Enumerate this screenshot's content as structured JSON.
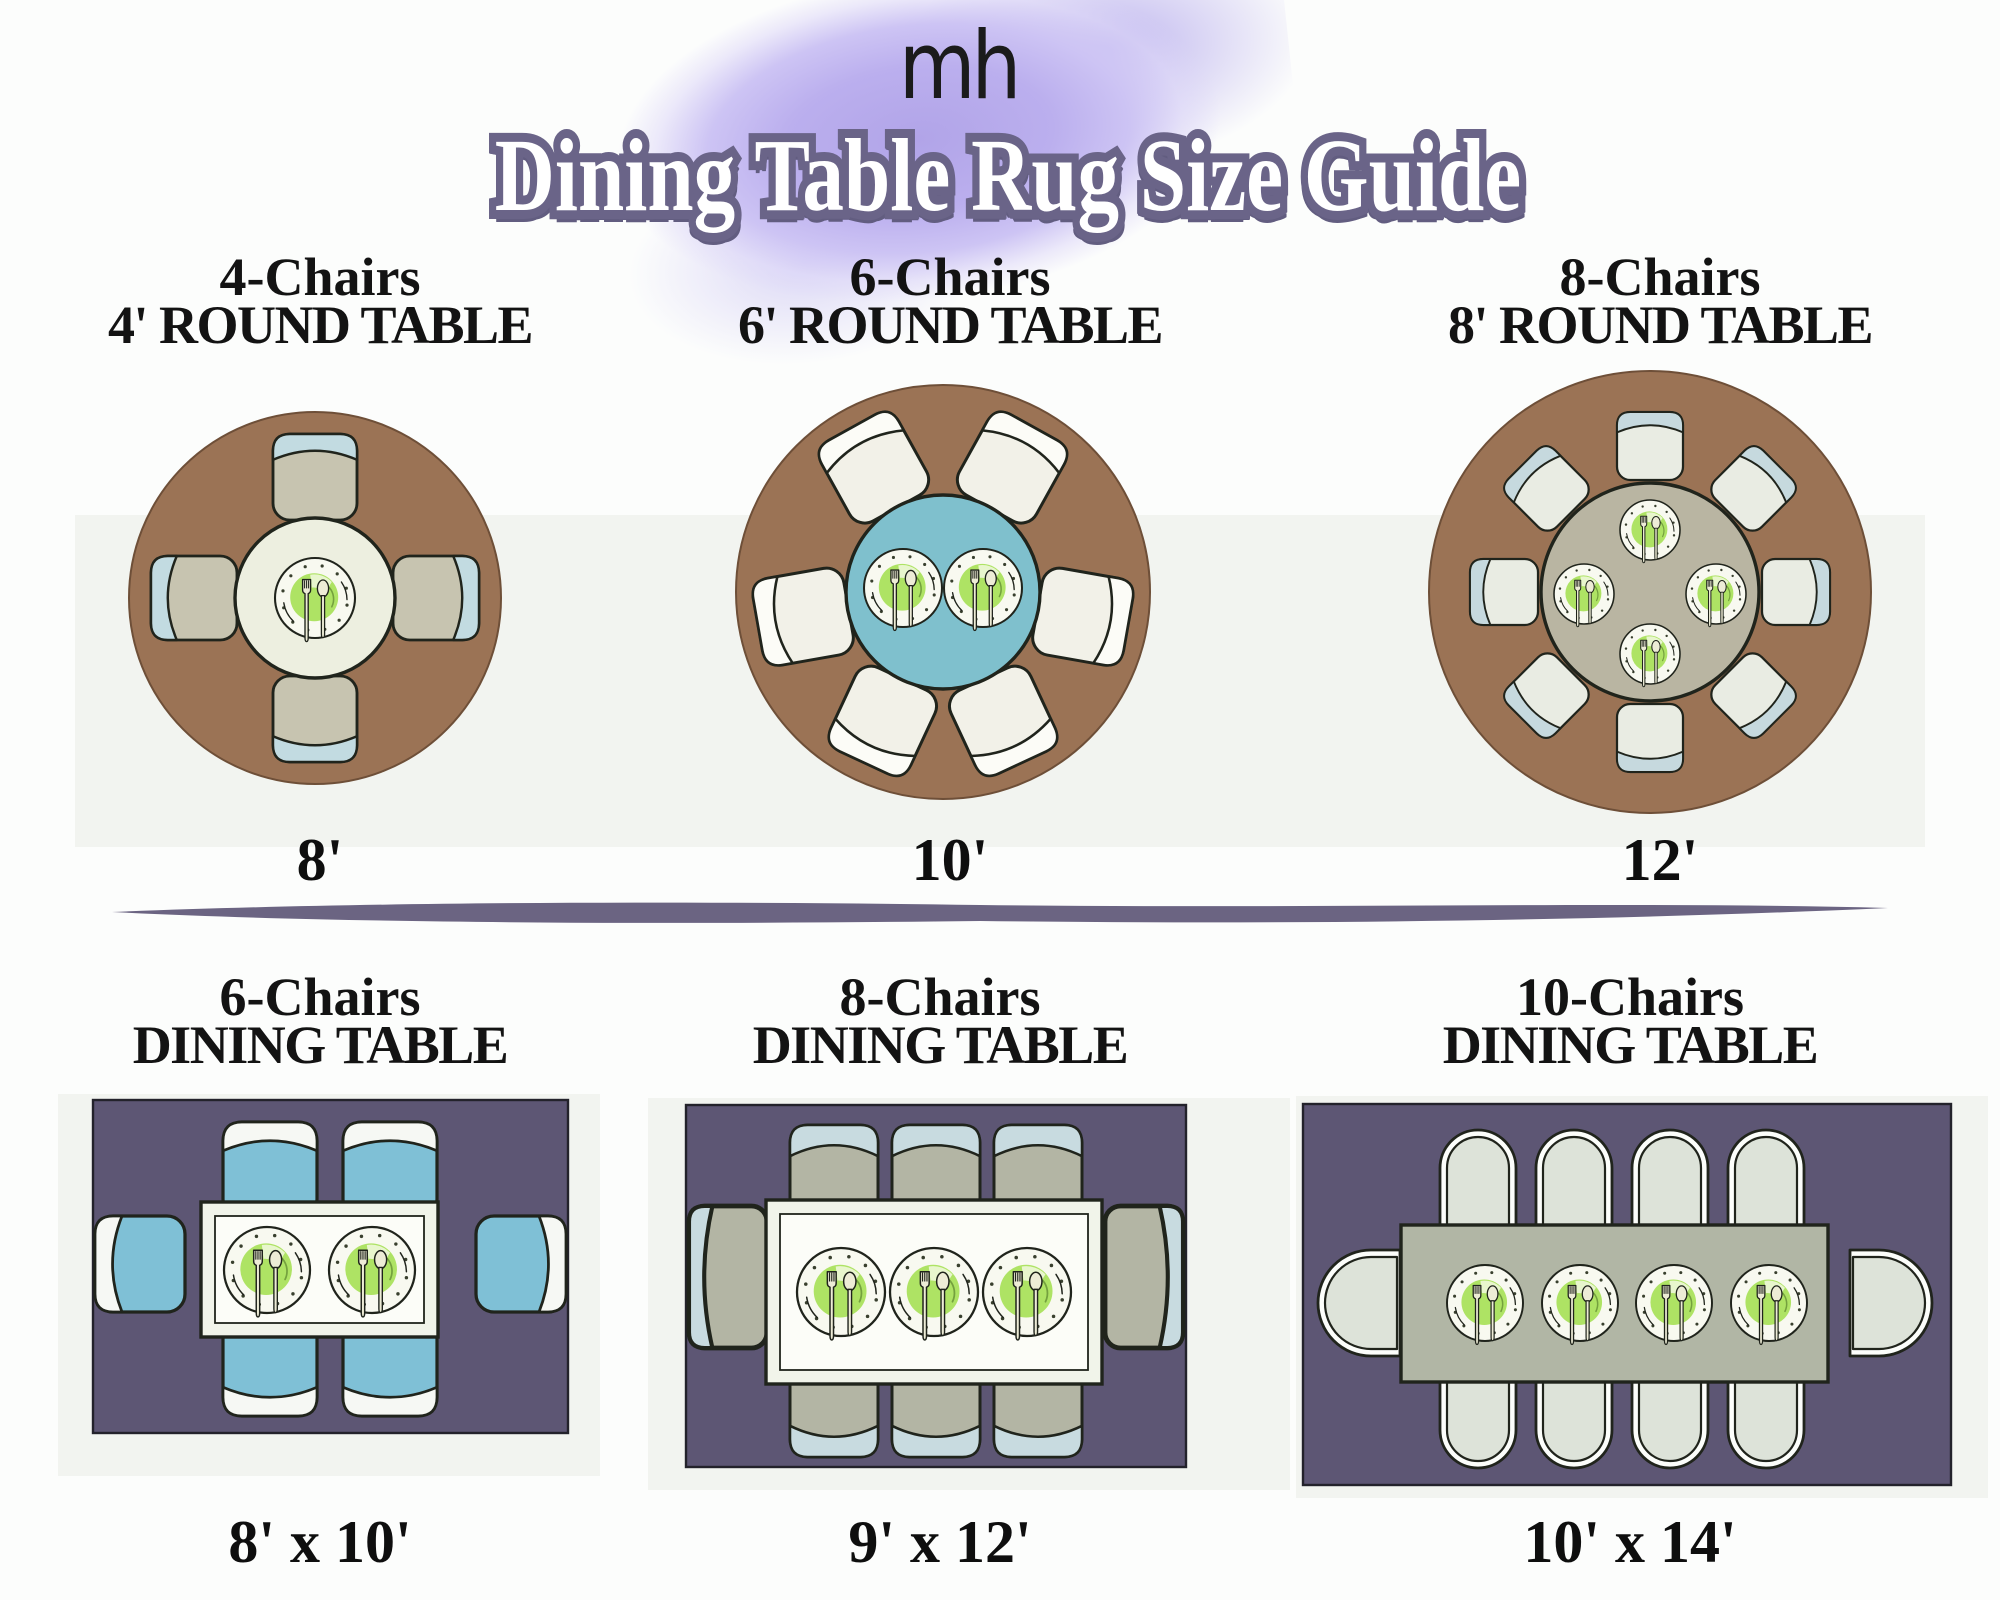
{
  "header": {
    "logo": "mh",
    "title": "Dining Table Rug Size Guide"
  },
  "diagrams": [
    {
      "id": "round-4",
      "chairs_label": "4-Chairs",
      "table_label": "4' ROUND TABLE",
      "rug_size": "8'",
      "chair_count": 4,
      "place_settings": 1,
      "colors": {
        "rug": "#9B7355",
        "chair_seat": "#C7C4B0",
        "chair_back": "#C2DBE1",
        "table": "#EDEFE0"
      }
    },
    {
      "id": "round-6",
      "chairs_label": "6-Chairs",
      "table_label": "6' ROUND TABLE",
      "rug_size": "10'",
      "chair_count": 6,
      "place_settings": 2,
      "colors": {
        "rug": "#9B7355",
        "chair_seat": "#F2F1E8",
        "chair_back": "#FCFCF7",
        "table": "#7FC0CD"
      }
    },
    {
      "id": "round-8",
      "chairs_label": "8-Chairs",
      "table_label": "8' ROUND TABLE",
      "rug_size": "12'",
      "chair_count": 8,
      "place_settings": 4,
      "colors": {
        "rug": "#9B7355",
        "chair_seat": "#E9ECE3",
        "chair_back": "#C6D9DE",
        "table": "#B9B5A2"
      }
    },
    {
      "id": "rect-6",
      "chairs_label": "6-Chairs",
      "table_label": "DINING TABLE",
      "rug_size": "8' x 10'",
      "chair_count": 6,
      "place_settings": 2,
      "colors": {
        "rug": "#5D5674",
        "chair_seat": "#7FC0D6",
        "chair_back": "#F6F8F4",
        "table": "#F1F4EA",
        "table_inner": "#FCFDF8"
      }
    },
    {
      "id": "rect-8",
      "chairs_label": "8-Chairs",
      "table_label": "DINING TABLE",
      "rug_size": "9' x 12'",
      "chair_count": 8,
      "place_settings": 3,
      "colors": {
        "rug": "#5D5674",
        "chair_seat": "#B3B5A4",
        "chair_back": "#C8DBE0",
        "table": "#F1F4EA",
        "table_inner": "#FCFDF8"
      }
    },
    {
      "id": "rect-10",
      "chairs_label": "10-Chairs",
      "table_label": "DINING TABLE",
      "rug_size": "10' x 14'",
      "chair_count": 10,
      "place_settings": 4,
      "colors": {
        "rug": "#5D5674",
        "chair_seat": "#DDE3D9",
        "chair_back": "#FCFEFB",
        "table": "#B1B6A5"
      }
    }
  ],
  "palette": {
    "background": "#FCFDFC",
    "panel": "#F2F4F0",
    "heading_text": "#131313",
    "logo_color": "#1B1B1B",
    "title_fill": "#FFFFFF",
    "title_outline": "#6A6488",
    "title_shadow": "#625D80",
    "watercolor": "#B1A4E8",
    "divider": "#6B6482",
    "outline": "#20241C",
    "rug_edge_round": "#6E4F38",
    "rug_edge_rect": "#23222B",
    "plate_rim": "#F8F9F0",
    "plate_dots": "#39402E",
    "food_green": "#AEE364",
    "food_highlight": "#EDF7D6",
    "food_shade": "#74A13E",
    "cutlery": "#EDECD6"
  }
}
